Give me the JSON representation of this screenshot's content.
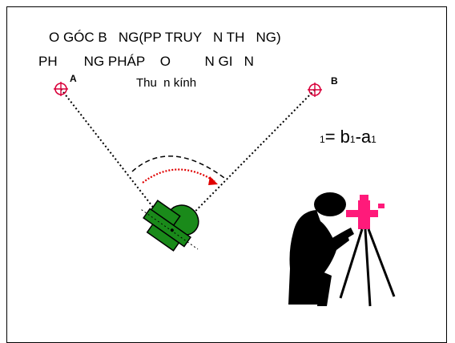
{
  "title": {
    "line1": "O GÓC B   NG(PP TRUY   N TH   NG)",
    "line2": "PH       NG PHÁP    O         N GI   N",
    "line3": "Thu  n kính"
  },
  "points": {
    "a_label": "A",
    "b_label": "B"
  },
  "formula": {
    "lhs_sub": "1",
    "equals": "= b",
    "b_sub": "1",
    "minus": "-a",
    "a_sub": "1"
  },
  "colors": {
    "target": "#d9003a",
    "instrument": "#1a8a1a",
    "angle_arc": "#e00000",
    "tripod_head": "#ff1a7a"
  },
  "icons": {
    "target_a": "crosshair-circle-icon",
    "target_b": "crosshair-circle-icon",
    "instrument": "theodolite-icon",
    "surveyor": "surveyor-silhouette-icon"
  }
}
